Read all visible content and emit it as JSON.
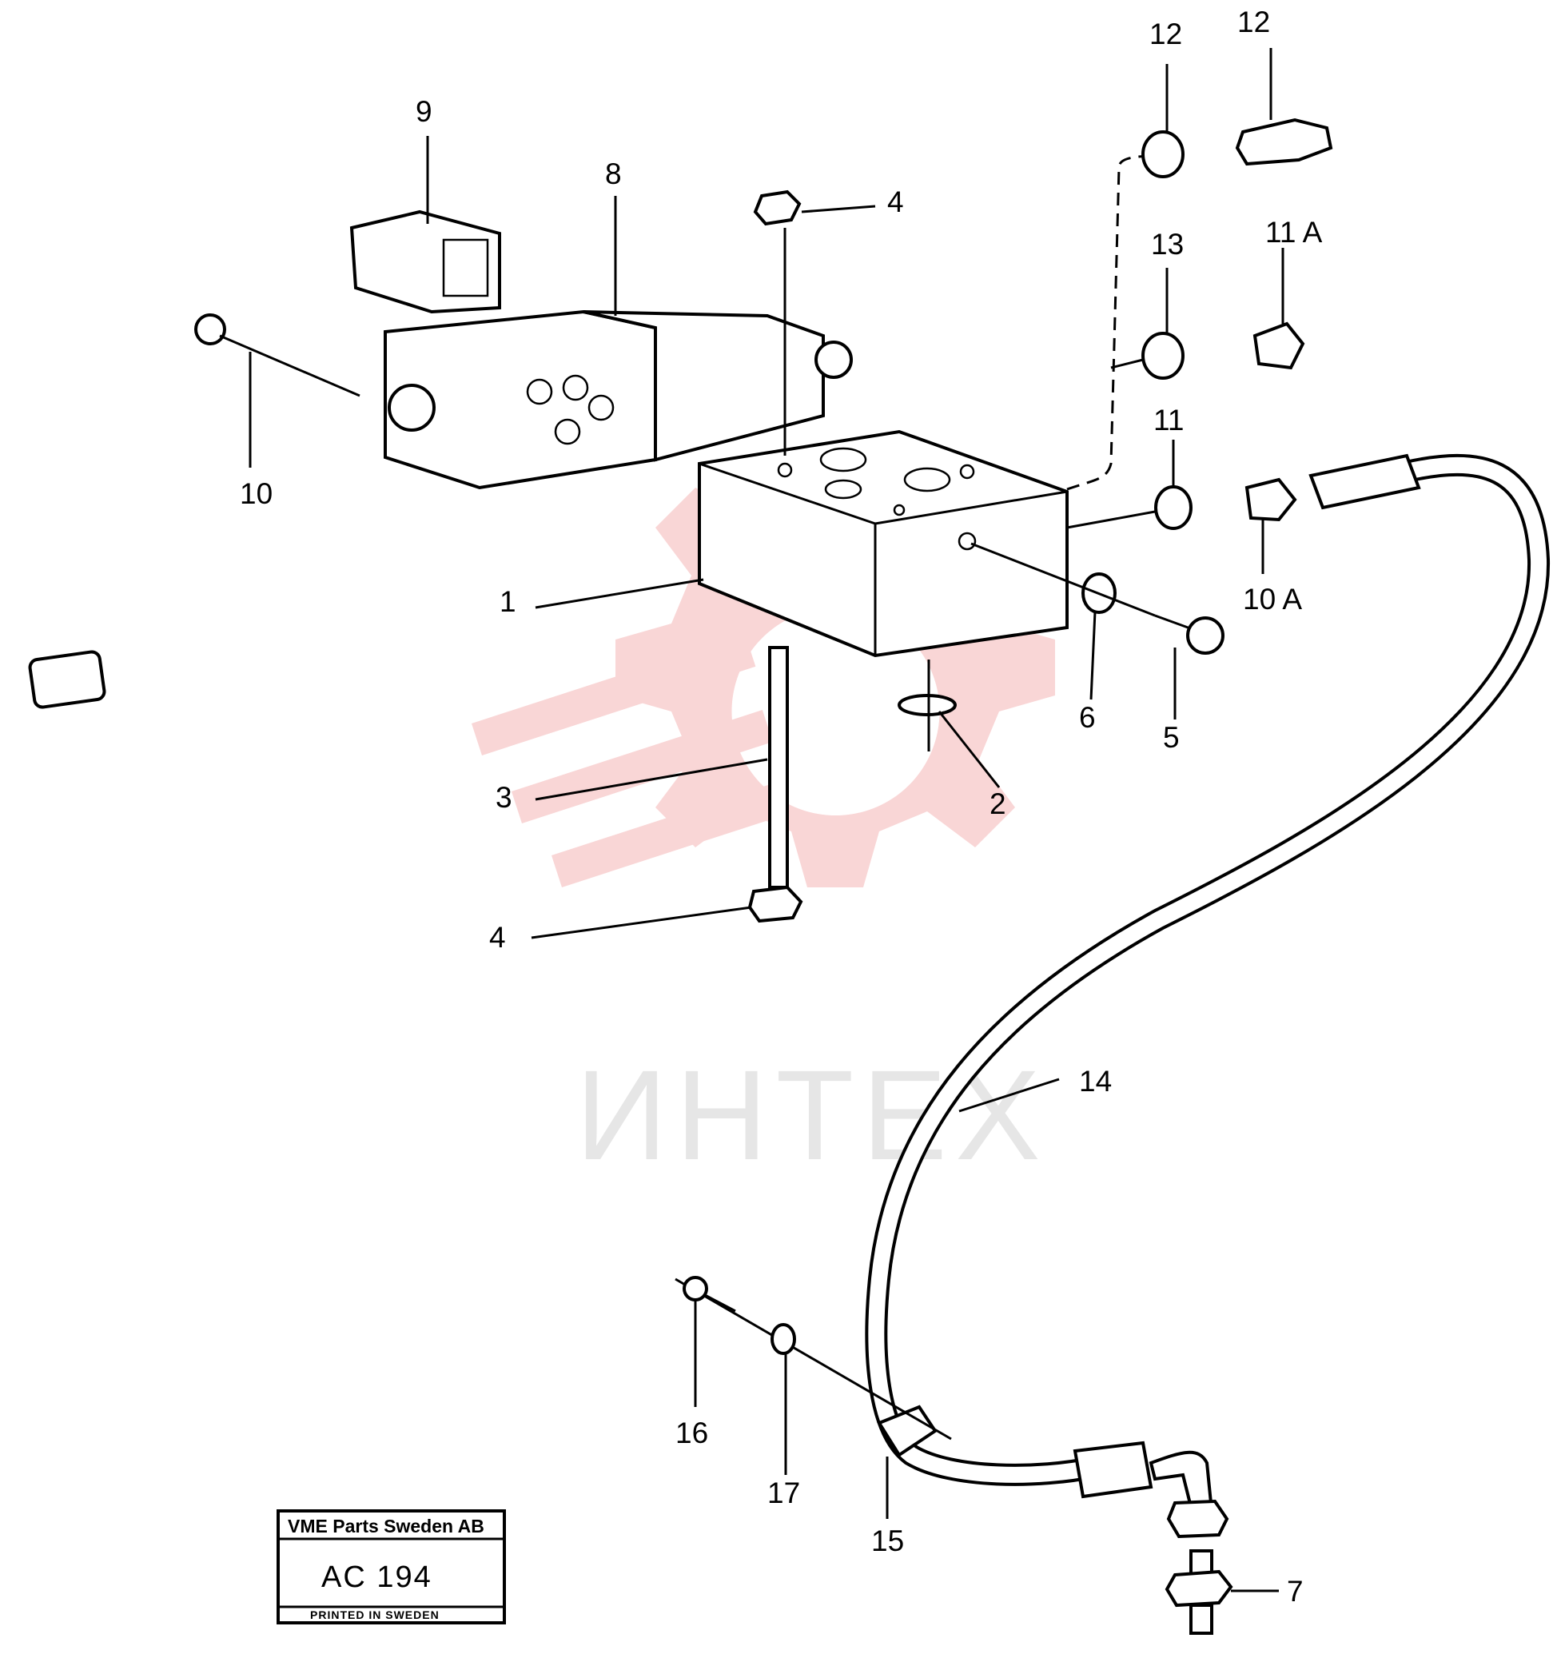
{
  "callouts": [
    {
      "id": "c1",
      "text": "1"
    },
    {
      "id": "c2",
      "text": "2"
    },
    {
      "id": "c3",
      "text": "3"
    },
    {
      "id": "c4a",
      "text": "4"
    },
    {
      "id": "c4b",
      "text": "4"
    },
    {
      "id": "c5",
      "text": "5"
    },
    {
      "id": "c6",
      "text": "6"
    },
    {
      "id": "c7",
      "text": "7"
    },
    {
      "id": "c8",
      "text": "8"
    },
    {
      "id": "c9",
      "text": "9"
    },
    {
      "id": "c10",
      "text": "10"
    },
    {
      "id": "c10a",
      "text": "10 A"
    },
    {
      "id": "c11",
      "text": "11"
    },
    {
      "id": "c11a",
      "text": "11 A"
    },
    {
      "id": "c12a",
      "text": "12"
    },
    {
      "id": "c12b",
      "text": "12"
    },
    {
      "id": "c13",
      "text": "13"
    },
    {
      "id": "c14",
      "text": "14"
    },
    {
      "id": "c15",
      "text": "15"
    },
    {
      "id": "c16",
      "text": "16"
    },
    {
      "id": "c17",
      "text": "17"
    }
  ],
  "stamp": {
    "company": "VME Parts Sweden AB",
    "code": "AC 194",
    "footer": "PRINTED IN SWEDEN"
  },
  "watermark": {
    "text": "ИНТЕХ",
    "gear_color": "#f9d6d6",
    "text_color": "#e6e6e6"
  }
}
